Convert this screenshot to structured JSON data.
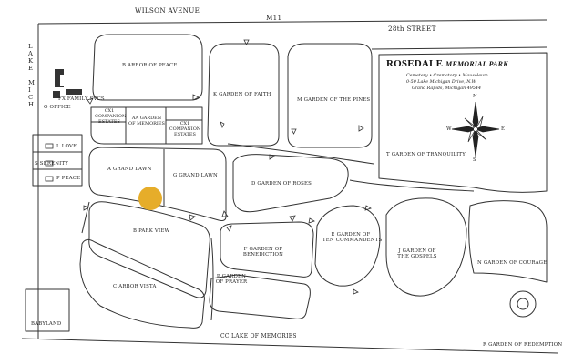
{
  "roads": {
    "wilson": "WILSON AVENUE",
    "m11": "M11",
    "street28": "28th STREET",
    "cc_lake": "CC LAKE OF MEMORIES",
    "lake_letters": [
      "L",
      "A",
      "K",
      "E",
      "",
      "M",
      "I",
      "C",
      "H"
    ]
  },
  "header": {
    "name_part1": "ROSEDALE",
    "name_part2": "MEMORIAL PARK",
    "line1": "Cemetery • Crematory • Mausoleum",
    "line2": "0-50 Lake Michigan Drive, N.W.",
    "line3": "Grand Rapids, Michigan 49544"
  },
  "sections": {
    "b": "B  ARBOR OF PEACE",
    "k": "K  GARDEN OF FAITH",
    "m": "M  GARDEN OF THE PINES",
    "fx": "FX  FAMILY SVCS",
    "office": "O  OFFICE",
    "cx1_left_1": "CX1",
    "cx1_left_2": "COMPANION",
    "cx1_left_3": "ESTATES",
    "aa_1": "AA  GARDEN",
    "aa_2": "OF MEMORIES",
    "cx1_right_1": "CX1",
    "cx1_right_2": "COMPANION",
    "cx1_right_3": "ESTATES",
    "love": "L  LOVE",
    "serenity": "S  SERENITY",
    "peace": "P  PEACE",
    "a": "A  GRAND LAWN",
    "g": "G  GRAND LAWN",
    "d": "D  GARDEN OF ROSES",
    "t": "T  GARDEN OF TRANQUILITY",
    "b_park": "B  PARK VIEW",
    "e_1": "E  GARDEN OF",
    "e_2": "TEN COMMANDENTS",
    "f_1": "F  GARDEN OF",
    "f_2": "BENEDICTION",
    "j_1": "J  GARDEN OF",
    "j_2": "THE GOSPELS",
    "n": "N  GARDEN OF COURAGE",
    "p_1": "P  GARDEN",
    "p_2": "OF PRAYER",
    "c": "C  ARBOR VISTA",
    "babyland": "BABYLAND",
    "r": "R  GARDEN OF REDEMPTION"
  },
  "compass": {
    "n": "N",
    "e": "E",
    "s": "S",
    "w": "W"
  },
  "colors": {
    "marker": "#e6ad2a",
    "line": "#333333"
  }
}
